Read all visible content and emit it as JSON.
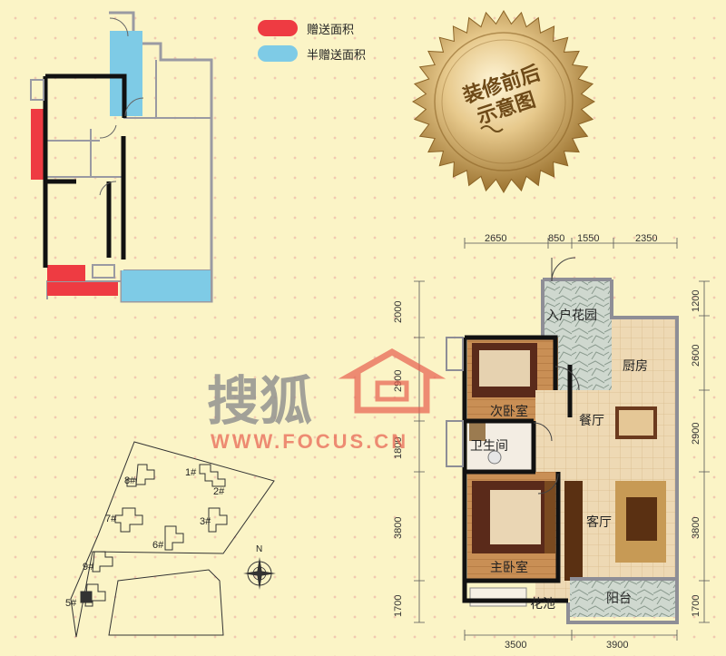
{
  "legend": {
    "gift_area": {
      "label": "赠送面积",
      "color": "#ee3b42"
    },
    "half_gift_area": {
      "label": "半赠送面积",
      "color": "#7ecbe6"
    }
  },
  "badge": {
    "line1": "装修前后",
    "line2": "示意图",
    "color": "#a67f35"
  },
  "rooms": {
    "entry_garden": "入户花园",
    "kitchen": "厨房",
    "second_bedroom": "次卧室",
    "dining": "餐厅",
    "bathroom": "卫生间",
    "living": "客厅",
    "master_bedroom": "主卧室",
    "balcony": "阳台",
    "flower_bed": "花池"
  },
  "dimensions": {
    "top": [
      "2650",
      "850",
      "1550",
      "2350"
    ],
    "bottom": [
      "3500",
      "3900"
    ],
    "left": [
      "2000",
      "2900",
      "1800",
      "3800",
      "1700"
    ],
    "right": [
      "1200",
      "2600",
      "2900",
      "3800",
      "1700"
    ]
  },
  "site_plan": {
    "buildings": [
      "1#",
      "2#",
      "3#",
      "5#",
      "6#",
      "7#",
      "8#",
      "9#"
    ],
    "north": "N"
  },
  "watermark": {
    "chinese": "搜狐",
    "url": "WWW.FOCUS.CN"
  }
}
